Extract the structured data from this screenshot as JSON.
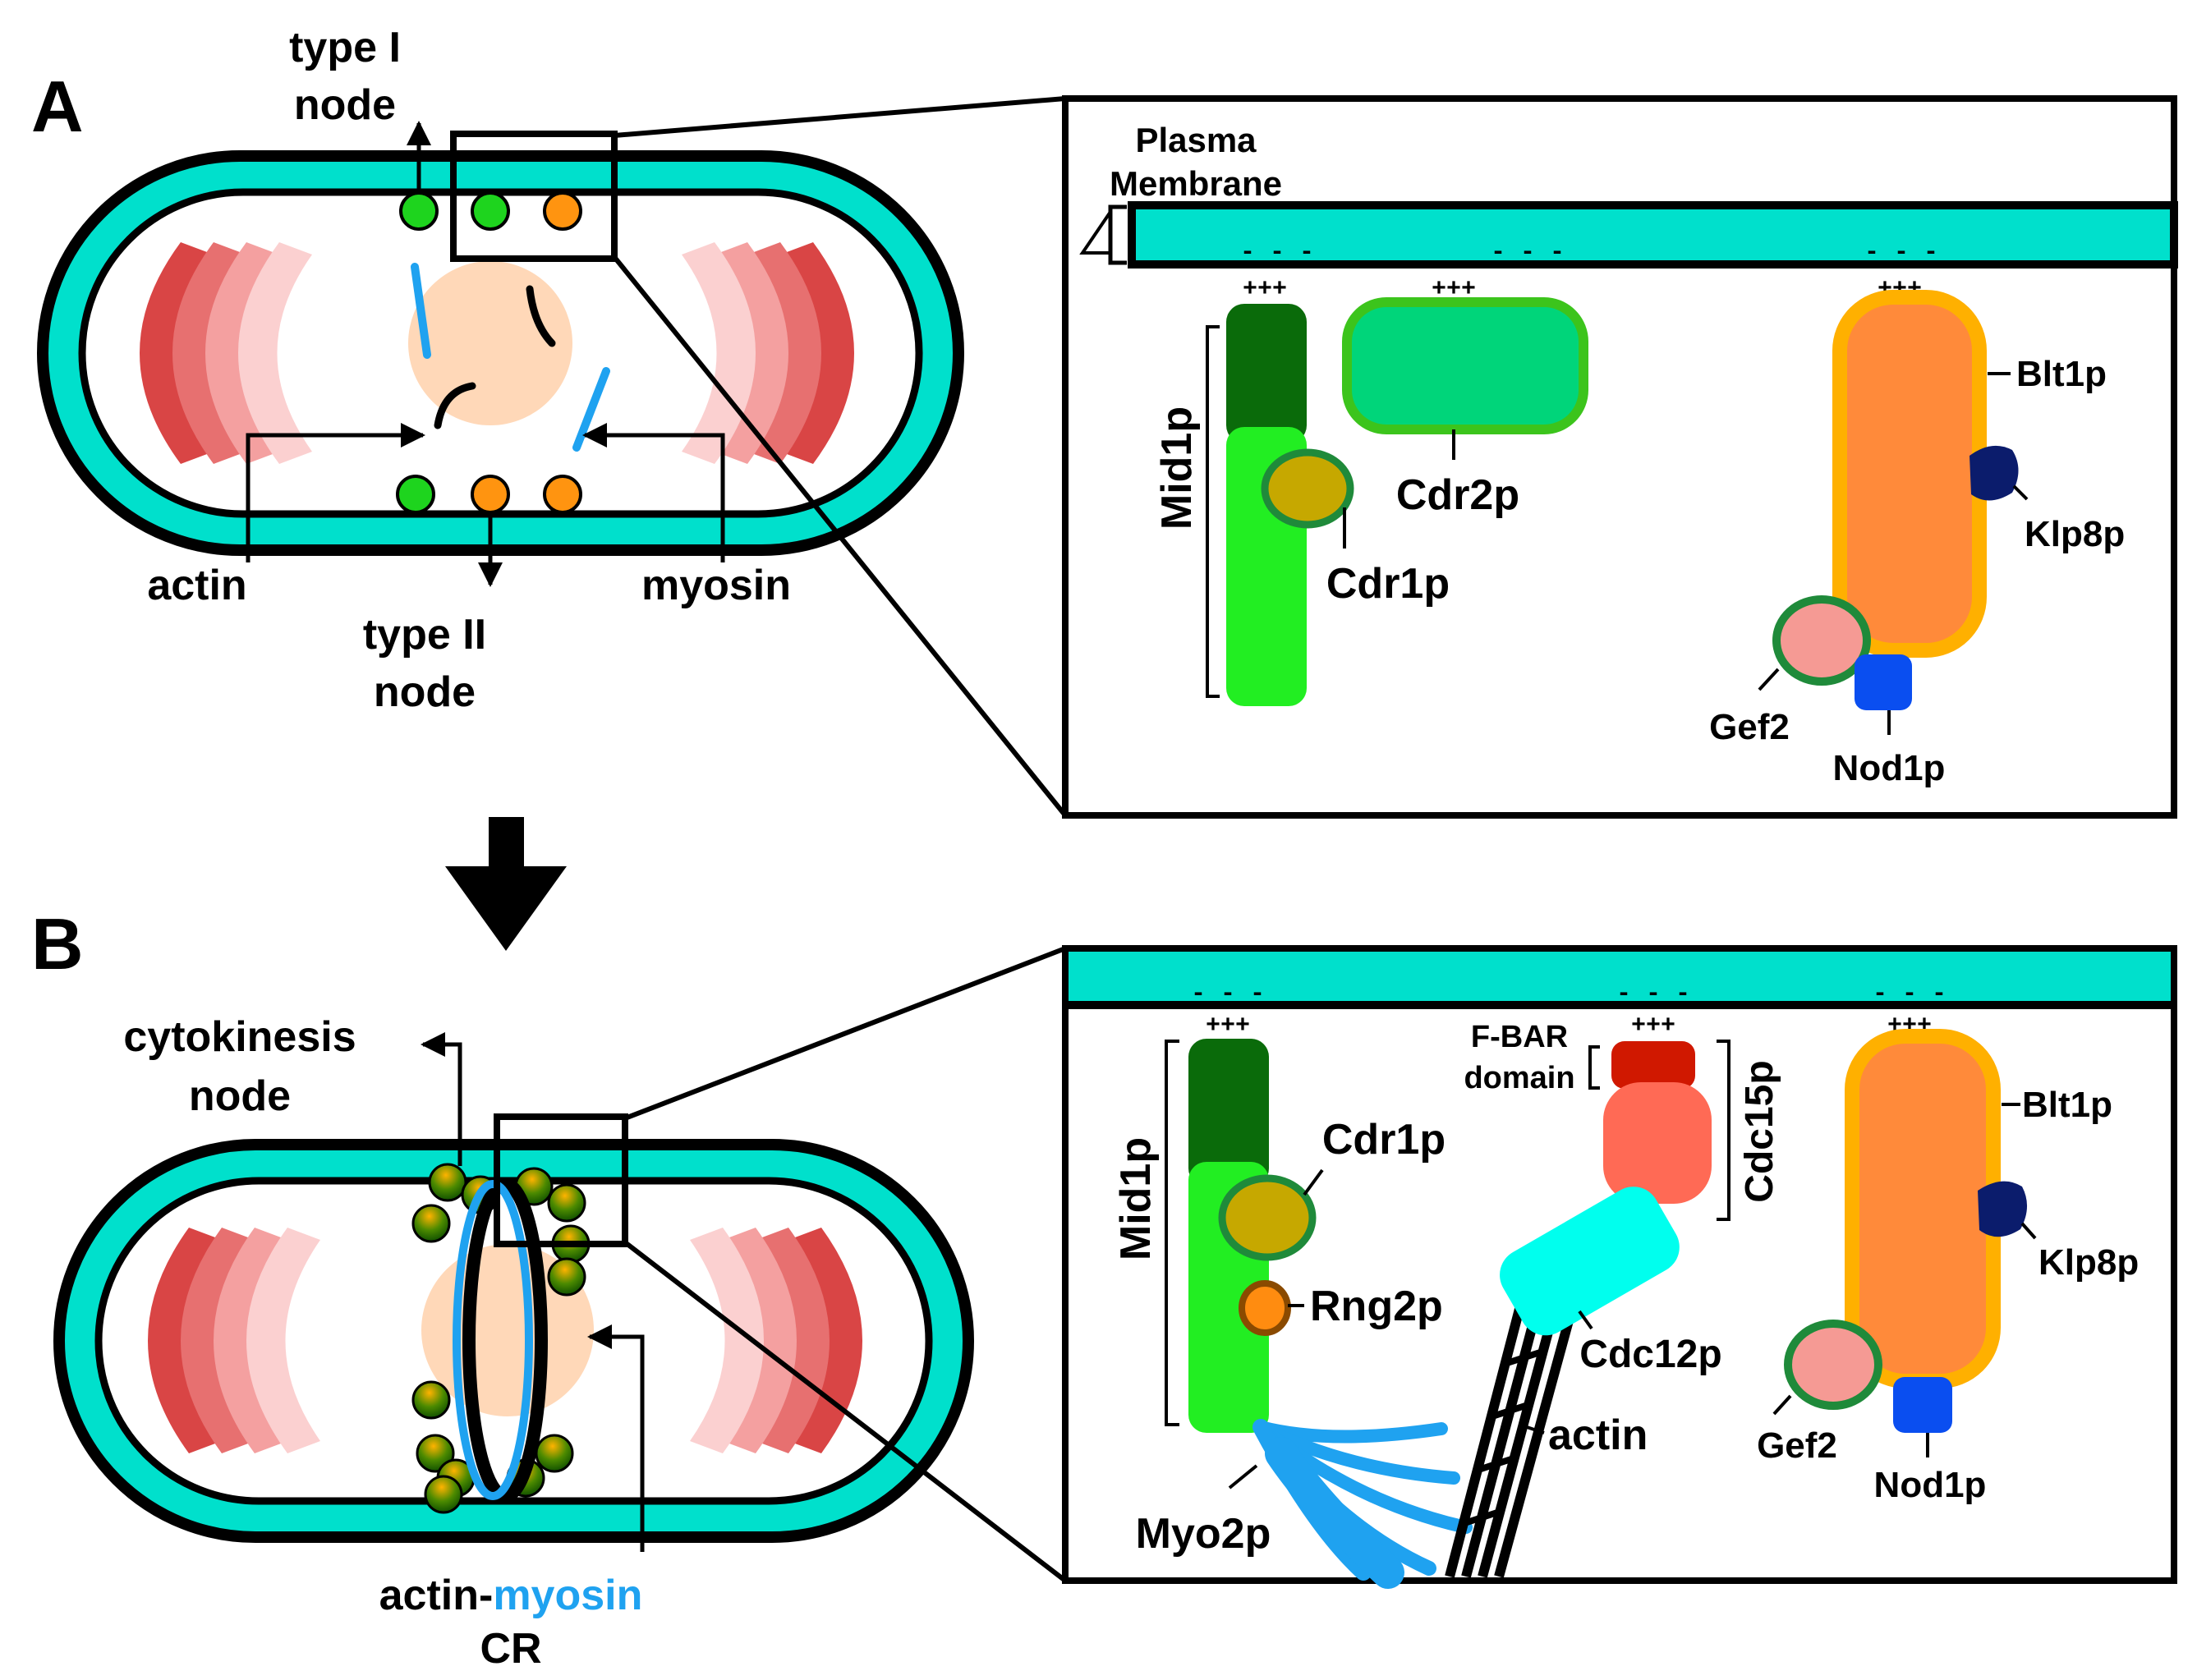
{
  "panel_a": {
    "letter": "A",
    "type1_node": [
      "type I",
      "node"
    ],
    "type2_node": [
      "type II",
      "node"
    ],
    "actin": "actin",
    "myosin": "myosin",
    "plasma_membrane": [
      "Plasma",
      "Membrane"
    ],
    "membrane_charge": "- - -",
    "protein_charge": "+++",
    "mid1p": "Mid1p",
    "cdr1p": "Cdr1p",
    "cdr2p": "Cdr2p",
    "blt1p": "Blt1p",
    "klp8p": "Klp8p",
    "gef2": "Gef2",
    "nod1p": "Nod1p"
  },
  "panel_b": {
    "letter": "B",
    "cytokinesis_node": [
      "cytokinesis",
      "node"
    ],
    "cr_prefix": "actin-",
    "cr_myosin": "myosin",
    "cr_suffix": "CR",
    "membrane_charge": "- - -",
    "protein_charge": "+++",
    "mid1p": "Mid1p",
    "cdr1p": "Cdr1p",
    "rng2p": "Rng2p",
    "myo2p": "Myo2p",
    "fbar": [
      "F-BAR",
      "domain"
    ],
    "cdc15p": "Cdc15p",
    "cdc12p": "Cdc12p",
    "actin": "actin",
    "blt1p": "Blt1p",
    "klp8p": "Klp8p",
    "gef2": "Gef2",
    "nod1p": "Nod1p"
  },
  "colors": {
    "membrane": "#00e0cc",
    "type1_node": "#1ed41e",
    "type2_node": "#ff9410",
    "myosin": "#1fa2f0",
    "nucleus": "#ffd8b8",
    "mid1p_dark": "#0a6b0a",
    "mid1p_light": "#22ee22",
    "cdr2p": "#00d57a",
    "cdr1p": "#c6a800",
    "blt1p_fill": "#ff8a3a",
    "blt1p_border": "#ffb000",
    "klp8p": "#0b1c6c",
    "gef2": "#f59a94",
    "nod1p": "#0a4ef0",
    "fbar": "#d01800",
    "cdc15p": "#ff6a55",
    "cdc12p": "#00ffee",
    "rng2p": "#ff8c10"
  }
}
